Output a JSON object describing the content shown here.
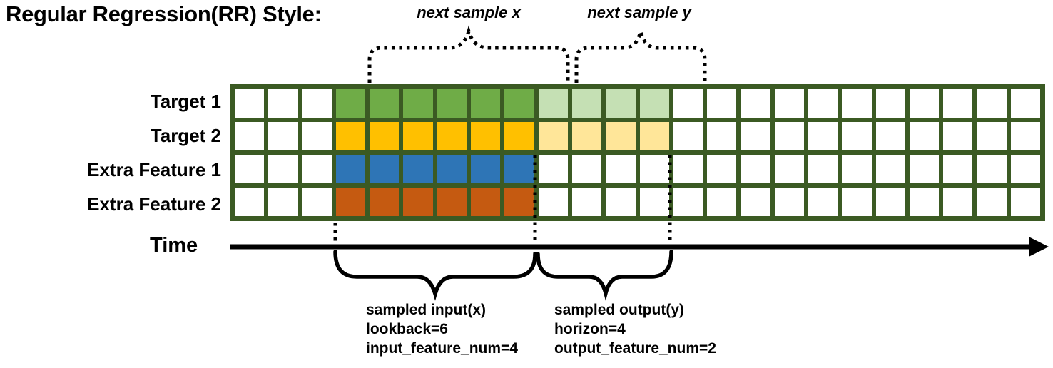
{
  "title": "Regular Regression(RR) Style:",
  "colors": {
    "grid_border": "#3B5A23",
    "stroke": "#000000",
    "background": "#ffffff"
  },
  "diagram": {
    "columns": 24,
    "input_start_col": 4,
    "lookback": 6,
    "horizon": 4,
    "input_feature_num": 4,
    "output_feature_num": 2,
    "rows": [
      {
        "label": "Target 1",
        "input_color": "#6FAC47",
        "output_color": "#C5E0B4"
      },
      {
        "label": "Target 2",
        "input_color": "#FFC000",
        "output_color": "#FFE699"
      },
      {
        "label": "Extra Feature 1",
        "input_color": "#2E75B6",
        "output_color": null
      },
      {
        "label": "Extra Feature 2",
        "input_color": "#C55A11",
        "output_color": null
      }
    ]
  },
  "top_annotations": {
    "next_sample_x": "next sample x",
    "next_sample_y": "next sample y"
  },
  "time_axis": {
    "label": "Time"
  },
  "bottom_annotations": {
    "input": {
      "lines": [
        "sampled input(x)",
        "lookback=6",
        "input_feature_num=4"
      ]
    },
    "output": {
      "lines": [
        "sampled output(y)",
        "horizon=4",
        "output_feature_num=2"
      ]
    }
  }
}
